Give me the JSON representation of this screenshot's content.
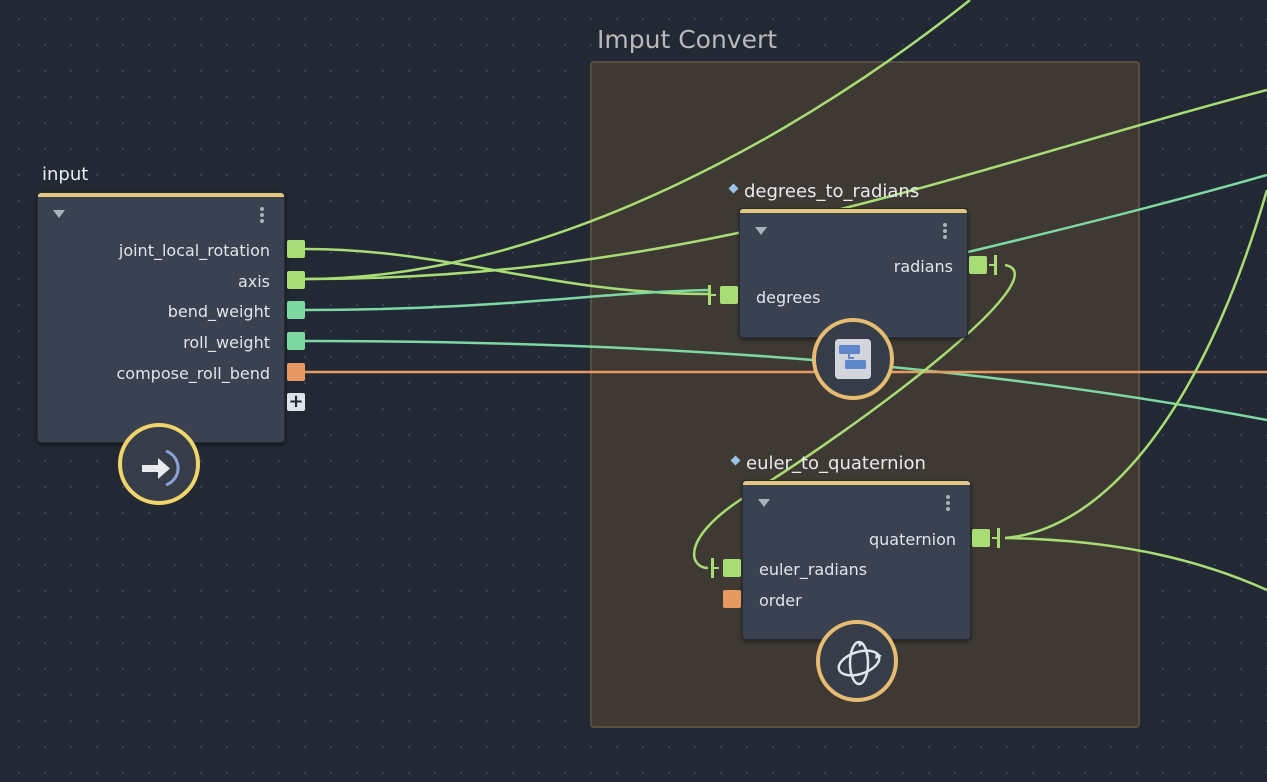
{
  "group": {
    "title": "Imput Convert"
  },
  "nodes": {
    "input": {
      "title": "input",
      "ports": [
        {
          "label": "joint_local_rotation",
          "color": "#a8dc74"
        },
        {
          "label": "axis",
          "color": "#a8dc74"
        },
        {
          "label": "bend_weight",
          "color": "#7dd8a2"
        },
        {
          "label": "roll_weight",
          "color": "#7dd8a2"
        },
        {
          "label": "compose_roll_bend",
          "color": "#e69a62"
        }
      ],
      "add_port_symbol": "+",
      "icon": "arrow-right-icon"
    },
    "degrees_to_radians": {
      "title": "degrees_to_radians",
      "output": "radians",
      "input": "degrees",
      "icon": "convert-icon"
    },
    "euler_to_quaternion": {
      "title": "euler_to_quaternion",
      "output": "quaternion",
      "inputs": [
        "euler_radians",
        "order"
      ],
      "icon": "rotate-orbit-icon"
    }
  },
  "colors": {
    "background": "#222834",
    "node_body": "#3a4150",
    "node_header": "#e6c57c",
    "group_fill": "#3e3933",
    "wire_green": "#a8dc74",
    "wire_teal": "#7dd8a2",
    "wire_orange": "#e69a62"
  }
}
